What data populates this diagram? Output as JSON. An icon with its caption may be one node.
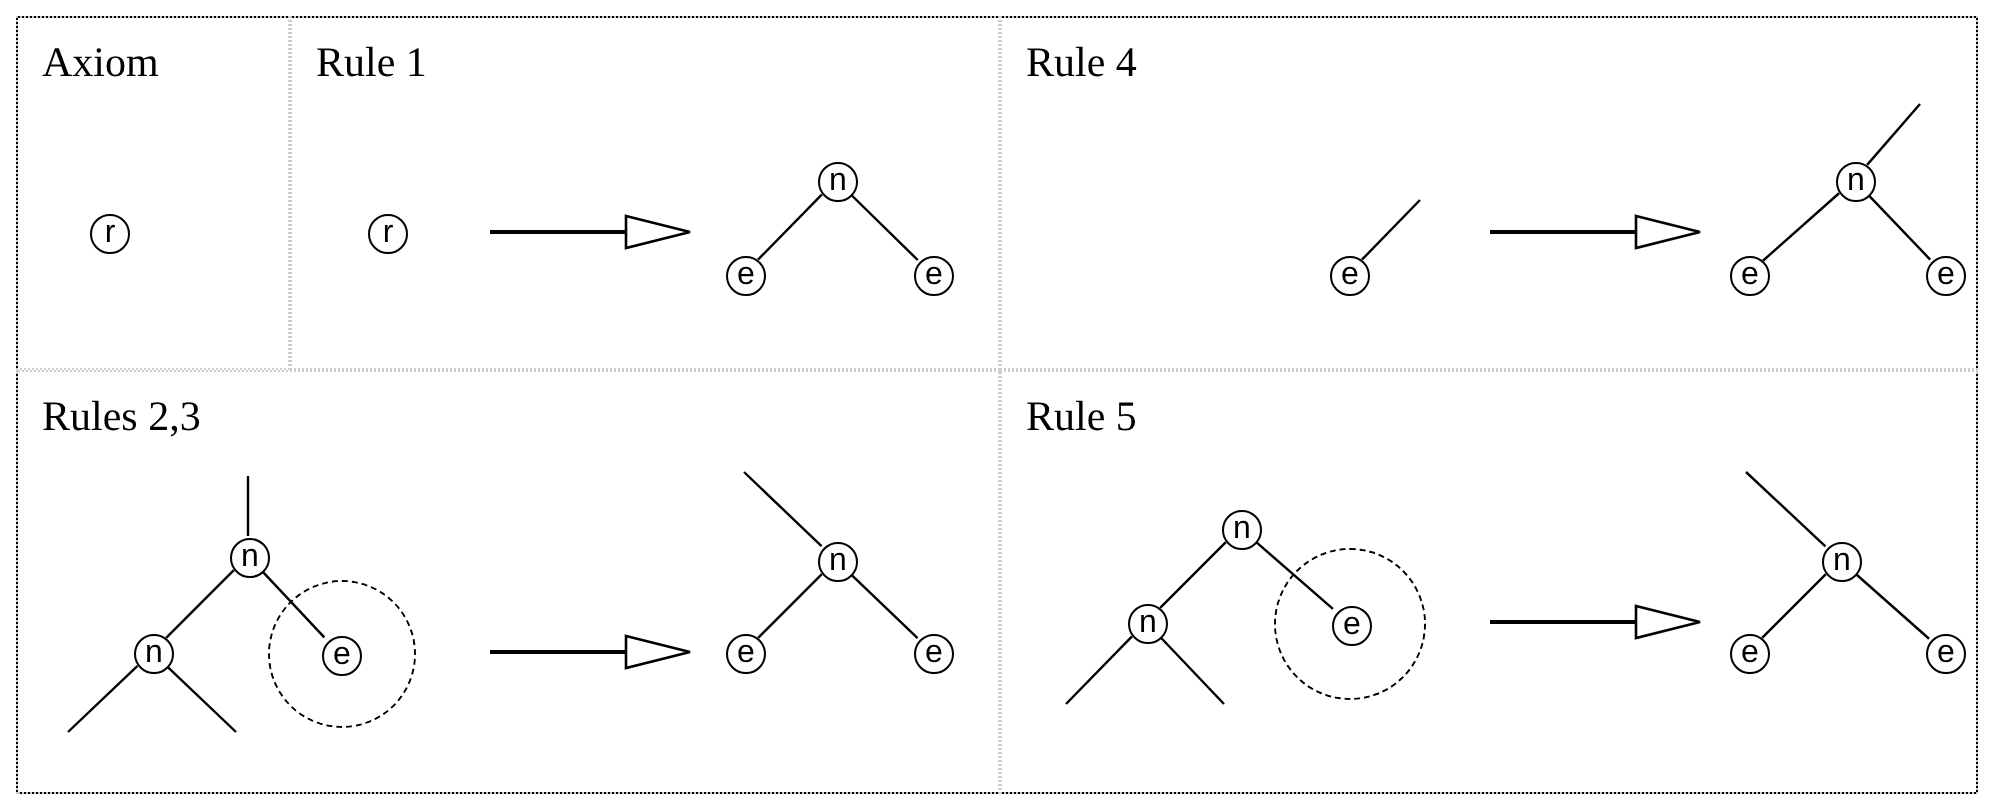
{
  "diagram": {
    "nodes": [
      {
        "text": [
          "Axiom"
        ]
      },
      {
        "text": [
          "r"
        ],
        "in": 0
      },
      {
        "text": [
          "Rule 1"
        ]
      },
      {
        "text": [
          "r"
        ],
        "in": 2
      },
      {
        "text": [
          "n"
        ],
        "in": 2
      },
      {
        "text": [
          "e"
        ],
        "in": 2
      },
      {
        "text": [
          "e"
        ],
        "in": 2
      },
      {
        "text": [
          "Rule 4"
        ]
      },
      {
        "text": [
          "e"
        ],
        "in": 7
      },
      {
        "text": [
          "n"
        ],
        "in": 7
      },
      {
        "text": [
          "e"
        ],
        "in": 7
      },
      {
        "text": [
          "e"
        ],
        "in": 7
      },
      {
        "text": [
          "Rules 2,3"
        ]
      },
      {
        "text": [
          "n"
        ],
        "in": 12
      },
      {
        "text": [
          "n"
        ],
        "in": 12
      },
      {
        "text": [],
        "shape": "circle",
        "in": 12
      },
      {
        "text": [
          "e"
        ],
        "in": 15
      },
      {
        "text": [
          "n"
        ],
        "in": 12
      },
      {
        "text": [
          "e"
        ],
        "in": 12
      },
      {
        "text": [
          "e"
        ],
        "in": 12
      },
      {
        "text": [
          "Rule 5"
        ]
      },
      {
        "text": [
          "n"
        ],
        "in": 20
      },
      {
        "text": [
          "n"
        ],
        "in": 20
      },
      {
        "text": [],
        "shape": "circle",
        "in": 20
      },
      {
        "text": [
          "e"
        ],
        "in": 23
      },
      {
        "text": [
          "n"
        ],
        "in": 20
      },
      {
        "text": [
          "e"
        ],
        "in": 20
      },
      {
        "text": [
          "e"
        ],
        "in": 20
      }
    ],
    "edges": [
      {
        "from": 4,
        "to": 5,
        "arrow": "none"
      },
      {
        "from": 4,
        "to": 6,
        "arrow": "none"
      },
      {
        "from": 8,
        "to": null,
        "arrow": "none"
      },
      {
        "from": 9,
        "to": null,
        "arrow": "none"
      },
      {
        "from": 9,
        "to": 10,
        "arrow": "none"
      },
      {
        "from": 9,
        "to": 11,
        "arrow": "none"
      },
      {
        "from": 13,
        "to": null,
        "arrow": "none"
      },
      {
        "from": 13,
        "to": 14,
        "arrow": "none"
      },
      {
        "from": 13,
        "to": 16,
        "arrow": "none"
      },
      {
        "from": 14,
        "to": null,
        "arrow": "none"
      },
      {
        "from": 14,
        "to": null,
        "arrow": "none"
      },
      {
        "from": 17,
        "to": null,
        "arrow": "none"
      },
      {
        "from": 17,
        "to": 18,
        "arrow": "none"
      },
      {
        "from": 17,
        "to": 19,
        "arrow": "none"
      },
      {
        "from": 21,
        "to": 22,
        "arrow": "none"
      },
      {
        "from": 21,
        "to": 24,
        "arrow": "none"
      },
      {
        "from": 22,
        "to": null,
        "arrow": "none"
      },
      {
        "from": 22,
        "to": null,
        "arrow": "none"
      },
      {
        "from": 25,
        "to": null,
        "arrow": "none"
      },
      {
        "from": 25,
        "to": 26,
        "arrow": "none"
      },
      {
        "from": 25,
        "to": 27,
        "arrow": "none"
      }
    ]
  }
}
